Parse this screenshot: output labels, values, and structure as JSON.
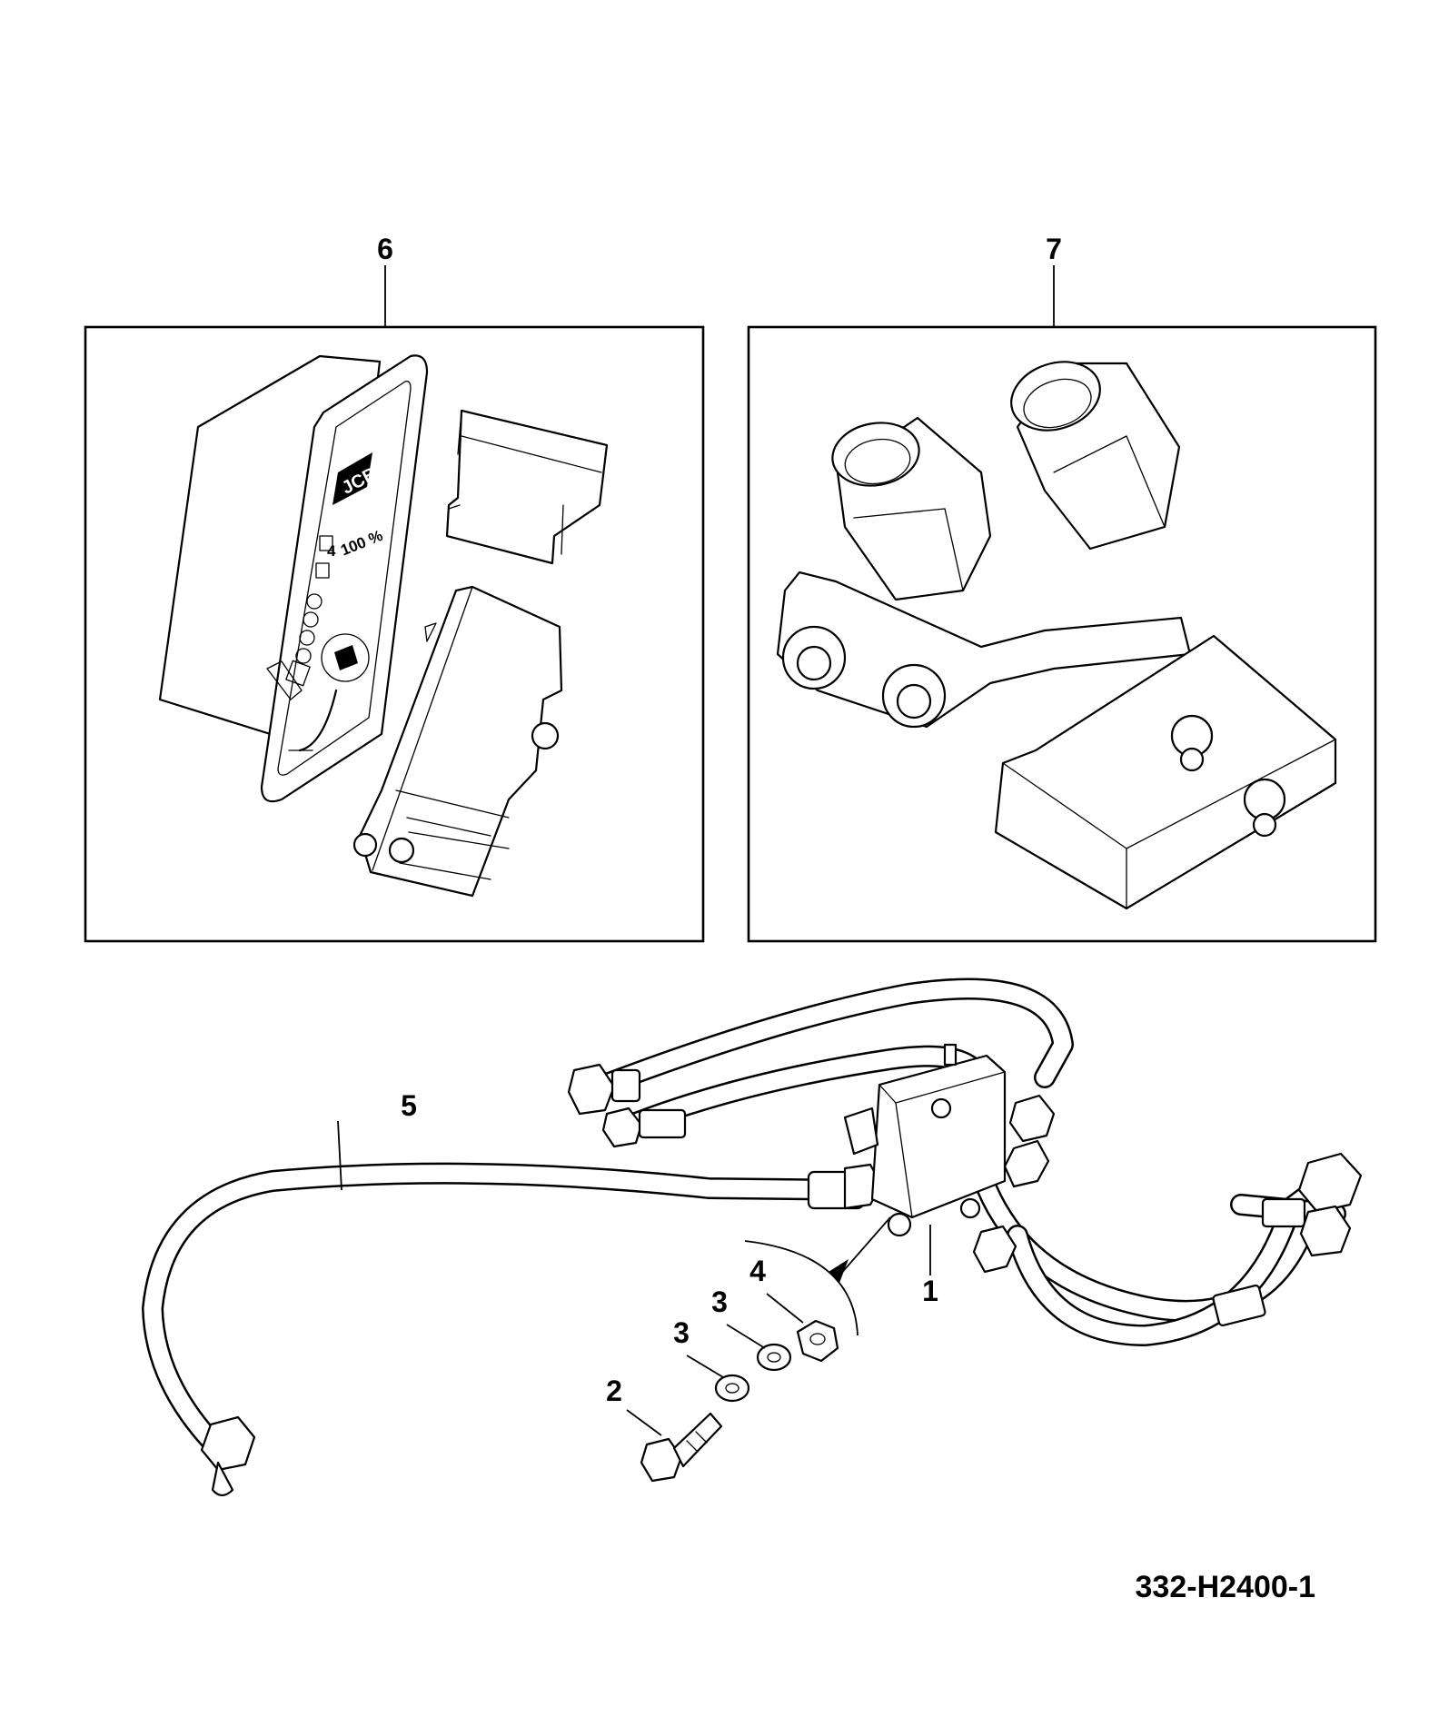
{
  "drawing_number": "332-H2400-1",
  "callouts": {
    "c1": "1",
    "c2": "2",
    "c3a": "3",
    "c3b": "3",
    "c4": "4",
    "c5": "5",
    "c6": "6",
    "c7": "7"
  },
  "gauge_panel": {
    "logo_text": "JCB",
    "scale_label": "100 %",
    "scale_index": "4"
  }
}
